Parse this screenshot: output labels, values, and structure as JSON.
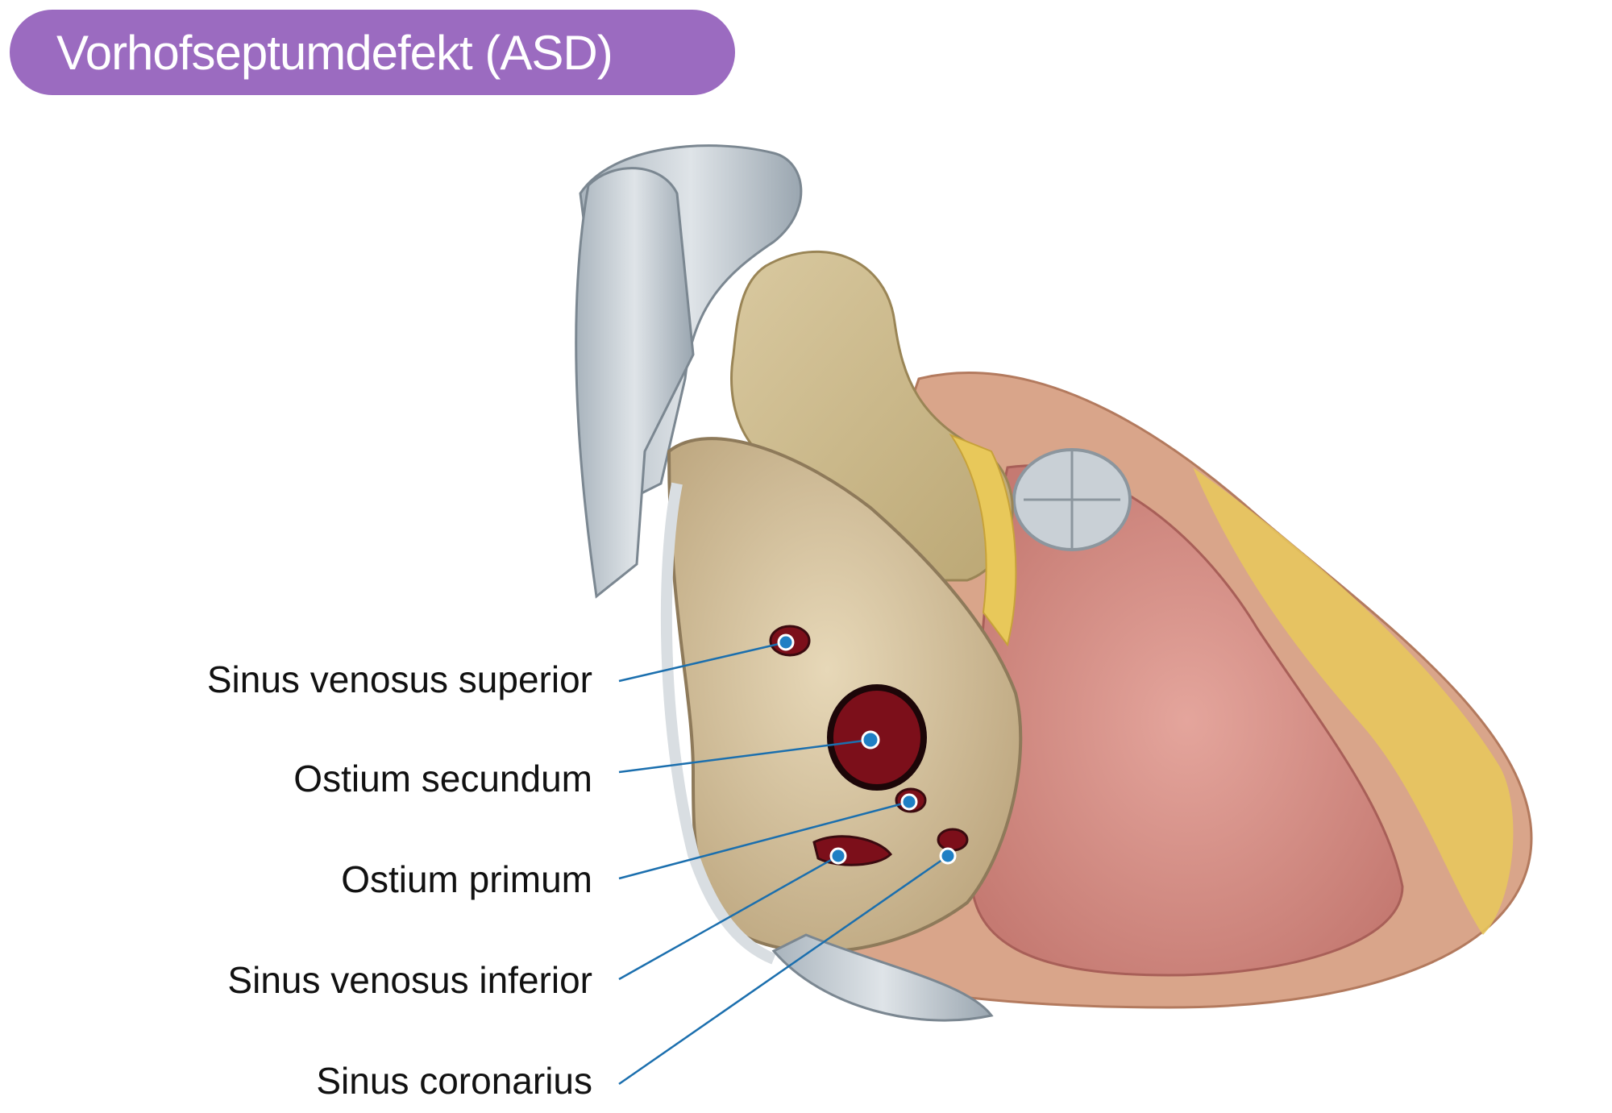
{
  "title": "Vorhofseptumdefekt (ASD)",
  "labels": [
    "Sinus venosus superior",
    "Ostium secundum",
    "Ostium primum",
    "Sinus venosus inferior",
    "Sinus coronarius"
  ],
  "colors": {
    "title_bg": "#9b6bc0",
    "leader_line": "#1b6fae",
    "marker_dot": "#1f7fc4"
  }
}
